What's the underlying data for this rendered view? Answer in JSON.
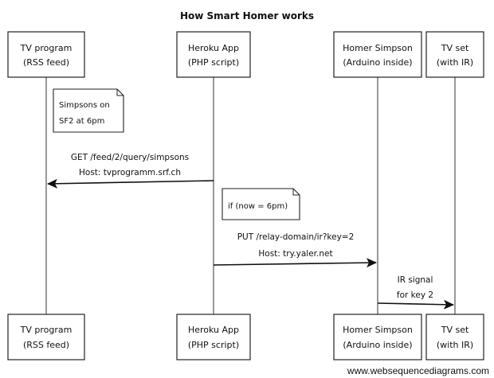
{
  "title": "How Smart Homer works",
  "participants": [
    {
      "id": "tv-program",
      "line1": "TV program",
      "line2": "(RSS feed)"
    },
    {
      "id": "heroku-app",
      "line1": "Heroku App",
      "line2": "(PHP script)"
    },
    {
      "id": "homer-simpson",
      "line1": "Homer Simpson",
      "line2": "(Arduino inside)"
    },
    {
      "id": "tv-set",
      "line1": "TV set",
      "line2": "(with IR)"
    }
  ],
  "notes": [
    {
      "line1": "Simpsons on",
      "line2": "SF2 at 6pm"
    },
    {
      "line1": "if (now = 6pm)"
    }
  ],
  "messages": [
    {
      "line1": "GET /feed/2/query/simpsons",
      "line2": "Host: tvprogramm.srf.ch"
    },
    {
      "line1": "PUT /relay-domain/ir?key=2",
      "line2": "Host: try.yaler.net"
    },
    {
      "line1": "IR signal",
      "line2": "for key 2"
    }
  ],
  "watermark": "www.websequencediagrams.com"
}
